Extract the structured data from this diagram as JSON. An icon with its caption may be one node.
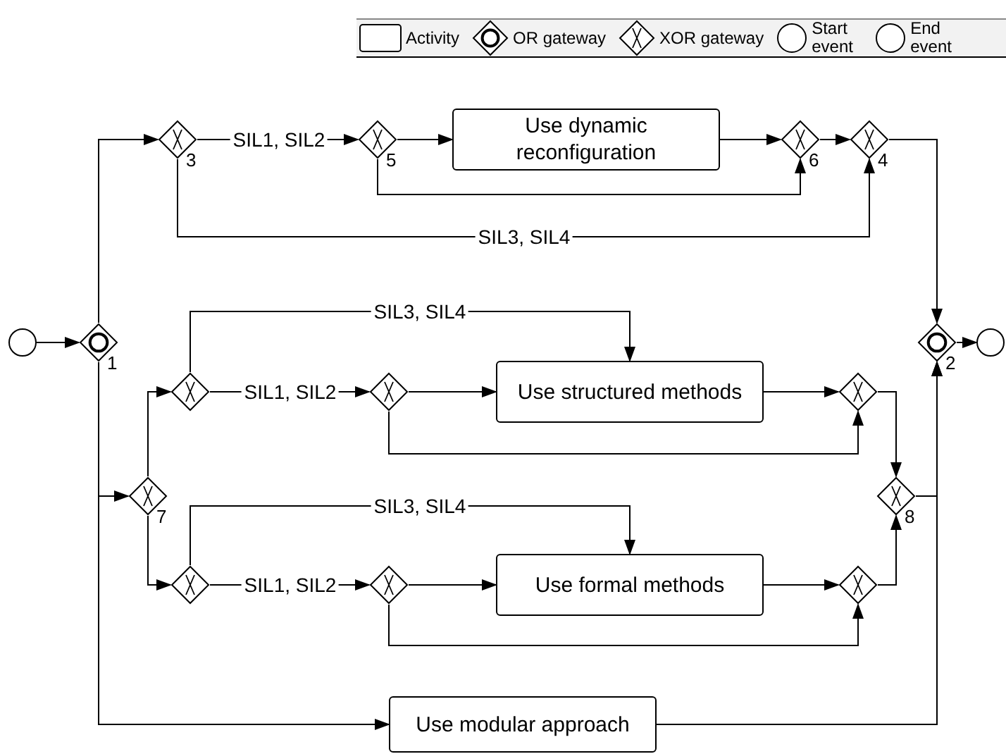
{
  "diagram": {
    "nodes": [
      {
        "text": [],
        "shape": "circle"
      },
      {
        "text": [],
        "shape": "diamond",
        "beside": [
          "1"
        ]
      },
      {
        "text": [],
        "shape": "diamond",
        "beside": [
          "3"
        ]
      },
      {
        "text": [],
        "shape": "diamond",
        "beside": [
          "5"
        ]
      },
      {
        "text": [
          "Use dynamic reconfiguration"
        ]
      },
      {
        "text": [],
        "shape": "diamond",
        "beside": [
          "6"
        ]
      },
      {
        "text": [],
        "shape": "diamond",
        "beside": [
          "4"
        ]
      },
      {
        "text": [],
        "shape": "diamond",
        "beside": [
          "2"
        ]
      },
      {
        "text": [],
        "shape": "circle"
      },
      {
        "text": [],
        "shape": "diamond",
        "beside": [
          "7"
        ]
      },
      {
        "text": [],
        "shape": "diamond"
      },
      {
        "text": [],
        "shape": "diamond"
      },
      {
        "text": [
          "Use structured methods"
        ]
      },
      {
        "text": [],
        "shape": "diamond"
      },
      {
        "text": [],
        "shape": "diamond",
        "beside": [
          "8"
        ]
      },
      {
        "text": [],
        "shape": "diamond"
      },
      {
        "text": [],
        "shape": "diamond"
      },
      {
        "text": [
          "Use formal methods"
        ]
      },
      {
        "text": [],
        "shape": "diamond"
      },
      {
        "text": [
          "Use modular approach"
        ]
      }
    ],
    "edges": [
      {
        "from": 0,
        "to": 1,
        "arrow": "to"
      },
      {
        "from": 1,
        "to": 2,
        "arrow": "to"
      },
      {
        "from": 2,
        "to": 3,
        "arrow": "to",
        "label": "SIL1, SIL2"
      },
      {
        "from": 3,
        "to": 4,
        "arrow": "to"
      },
      {
        "from": 3,
        "to": 5,
        "arrow": "to"
      },
      {
        "from": 4,
        "to": 5,
        "arrow": "to"
      },
      {
        "from": 5,
        "to": 6,
        "arrow": "to"
      },
      {
        "from": 2,
        "to": 6,
        "arrow": "to",
        "label": "SIL3, SIL4"
      },
      {
        "from": 6,
        "to": 7,
        "arrow": "to"
      },
      {
        "from": 7,
        "to": 8,
        "arrow": "to"
      },
      {
        "from": 1,
        "to": 9,
        "arrow": "to"
      },
      {
        "from": 9,
        "to": 10,
        "arrow": "to"
      },
      {
        "from": 9,
        "to": 15,
        "arrow": "to"
      },
      {
        "from": 10,
        "to": 11,
        "arrow": "to",
        "label": "SIL1, SIL2"
      },
      {
        "from": 10,
        "to": 12,
        "arrow": "to",
        "label": "SIL3, SIL4"
      },
      {
        "from": 11,
        "to": 12,
        "arrow": "to"
      },
      {
        "from": 11,
        "to": 13,
        "arrow": "to"
      },
      {
        "from": 12,
        "to": 13,
        "arrow": "to"
      },
      {
        "from": 13,
        "to": 14,
        "arrow": "to"
      },
      {
        "from": 15,
        "to": 16,
        "arrow": "to",
        "label": "SIL1, SIL2"
      },
      {
        "from": 15,
        "to": 17,
        "arrow": "to",
        "label": "SIL3, SIL4"
      },
      {
        "from": 16,
        "to": 17,
        "arrow": "to"
      },
      {
        "from": 16,
        "to": 18,
        "arrow": "to"
      },
      {
        "from": 17,
        "to": 18,
        "arrow": "to"
      },
      {
        "from": 18,
        "to": 14,
        "arrow": "to"
      },
      {
        "from": 14,
        "to": 7,
        "arrow": "to"
      },
      {
        "from": 1,
        "to": 19,
        "arrow": "to"
      },
      {
        "from": 19,
        "to": 7,
        "arrow": "to"
      }
    ],
    "legend": [
      {
        "text": "Activity"
      },
      {
        "text": "OR gateway"
      },
      {
        "text": "XOR gateway"
      },
      {
        "text": "Start event"
      },
      {
        "text": "End event"
      }
    ]
  }
}
